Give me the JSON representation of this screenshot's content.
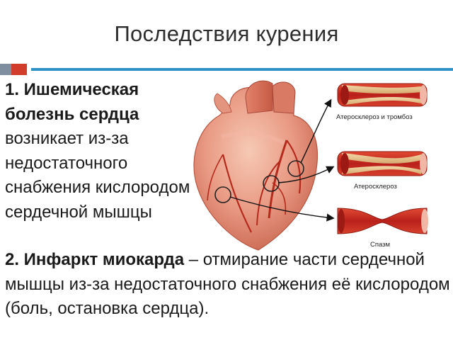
{
  "slide": {
    "title": "Последствия курения"
  },
  "block1": {
    "heading": "1. Ишемическая болезнь сердца",
    "body": "возникает из-за недостаточного снабжения кислородом сердечной мышцы"
  },
  "block2": {
    "heading": "2. Инфаркт миокарда",
    "dash": " – ",
    "body": "отмирание части сердечной мышцы из-за недостаточного снабжения её кислородом (боль, остановка сердца)."
  },
  "diagram": {
    "vessel_labels": [
      "Атеросклероз и тромбоз",
      "Атеросклероз",
      "Спазм"
    ]
  },
  "colors": {
    "divider_grey": "#7f8fa0",
    "divider_red": "#d23c2a",
    "divider_blue": "#2f93c8",
    "vessel_red": "#c8291b"
  }
}
